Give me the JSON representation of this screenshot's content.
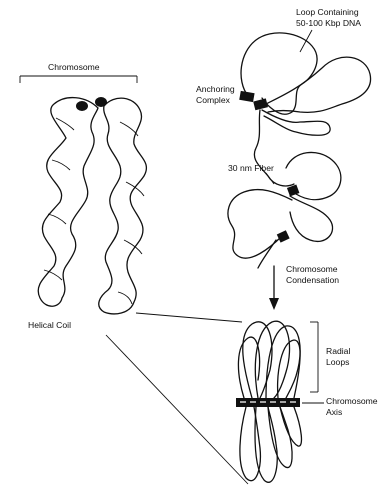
{
  "labels": {
    "chromosome": "Chromosome",
    "loop_line1": "Loop Containing",
    "loop_line2": "50-100 Kbp DNA",
    "anchoring_line1": "Anchoring",
    "anchoring_line2": "Complex",
    "fiber": "30 nm Fiber",
    "condensation_line1": "Chromosome",
    "condensation_line2": "Condensation",
    "helical_coil": "Helical Coil",
    "radial_line1": "Radial",
    "radial_line2": "Loops",
    "axis_line1": "Chromosome",
    "axis_line2": "Axis"
  },
  "colors": {
    "ink": "#111111",
    "background": "#ffffff"
  }
}
